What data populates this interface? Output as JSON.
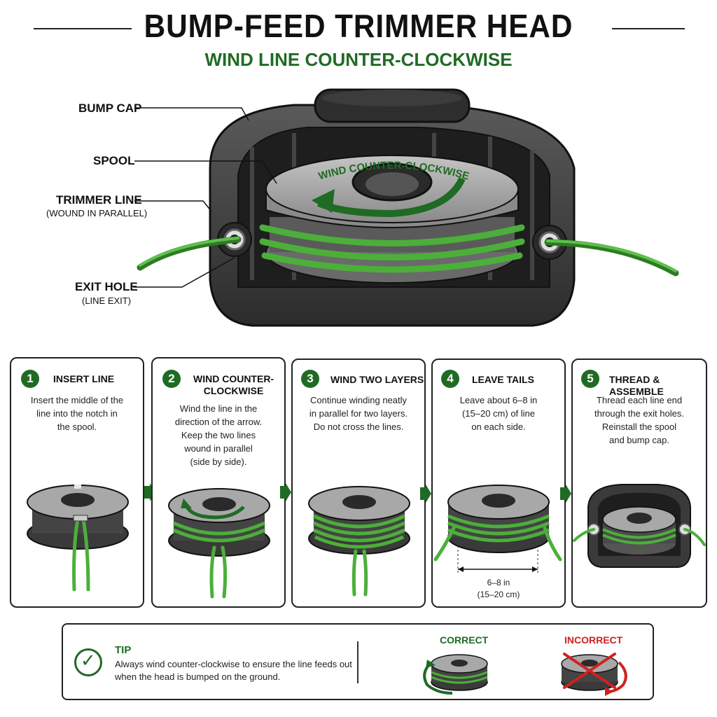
{
  "header": {
    "title": "BUMP-FEED TRIMMER HEAD",
    "subtitle": "WIND LINE COUNTER-CLOCKWISE"
  },
  "callouts": {
    "bump_cap": "BUMP CAP",
    "spool": "SPOOL",
    "trimmer_line": "TRIMMER LINE",
    "trimmer_line_sub": "(WOUND IN PARALLEL)",
    "exit_hole": "EXIT HOLE",
    "exit_hole_sub": "(LINE EXIT)",
    "spool_face_text": "WIND COUNTER-CLOCKWISE"
  },
  "steps": [
    {
      "num": "1",
      "title": "INSERT LINE",
      "text": [
        "Insert the middle of the",
        "line into the notch in",
        "the spool."
      ]
    },
    {
      "num": "2",
      "title": "WIND COUNTER-CLOCKWISE",
      "title_lines": [
        "WIND COUNTER-",
        "CLOCKWISE"
      ],
      "text": [
        "Wind the line in the",
        "direction of the arrow.",
        "Keep the two lines",
        "wound in parallel",
        "(side by side)."
      ]
    },
    {
      "num": "3",
      "title": "WIND TWO LAYERS",
      "text": [
        "Continue winding neatly",
        "in parallel for two layers.",
        "Do not cross the lines."
      ]
    },
    {
      "num": "4",
      "title": "LEAVE TAILS",
      "text": [
        "Leave about 6–8 in",
        "(15–20 cm) of line",
        "on each side."
      ],
      "dimension": [
        "6–8 in",
        "(15–20 cm)"
      ]
    },
    {
      "num": "5",
      "title": "THREAD & ASSEMBLE",
      "text": [
        "Thread each line end",
        "through the exit holes.",
        "Reinstall the spool",
        "and bump cap."
      ]
    }
  ],
  "tip": {
    "title": "TIP",
    "lines": [
      "Always wind counter-clockwise to ensure the line feeds out",
      "when the head is bumped on the ground."
    ],
    "correct_label": "CORRECT",
    "incorrect_label": "INCORRECT"
  },
  "colors": {
    "line_green": "#4caf3a",
    "dark_green": "#1f6b24",
    "housing": "#3a3a3a",
    "spool_grey": "#9a9a9a",
    "wrong_red": "#d22020"
  }
}
